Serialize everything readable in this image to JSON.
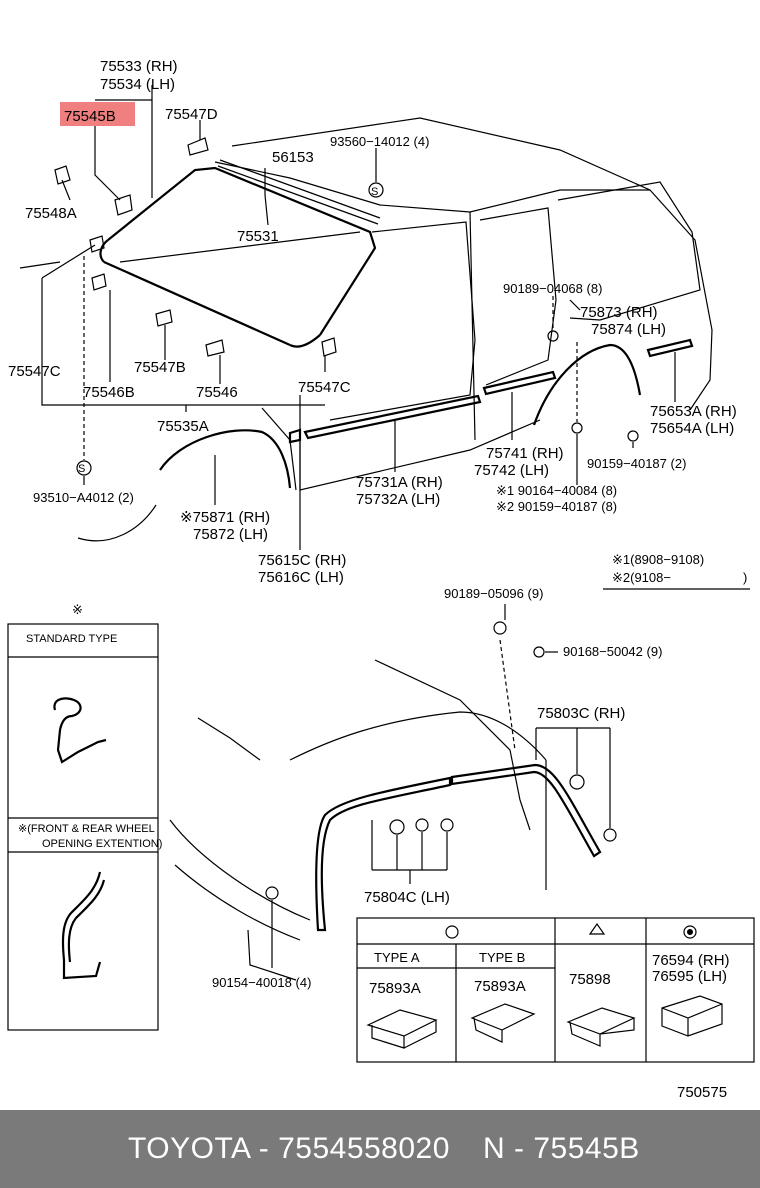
{
  "highlight_color": "#f08080",
  "labels": {
    "p75533": "75533 (RH)",
    "p75534": "75534 (LH)",
    "p75545B": "75545B",
    "p75547D": "75547D",
    "p93560": "93560−14012 (4)",
    "p56153": "56153",
    "p75548A": "75548A",
    "p75531": "75531",
    "p90189_04068": "90189−04068 (8)",
    "p75873": "75873 (RH)",
    "p75874": "75874 (LH)",
    "p75547C_l": "75547C",
    "p75547B": "75547B",
    "p75546B": "75546B",
    "p75546": "75546",
    "p75547C_r": "75547C",
    "p75653A": "75653A (RH)",
    "p75654A": "75654A (LH)",
    "p75535A": "75535A",
    "p75741": "75741 (RH)",
    "p75742": "75742 (LH)",
    "p90159_40187": "90159−40187 (2)",
    "p75731A": "75731A (RH)",
    "p75732A": "75732A (LH)",
    "p90164": "※1 90164−40084 (8)",
    "p90159_8": "※2 90159−40187 (8)",
    "p93510": "93510−A4012 (2)",
    "p75871": "※75871 (RH)",
    "p75872": "75872 (LH)",
    "p75615C": "75615C (RH)",
    "p75616C": "75616C (LH)",
    "note1": "※1(8908−9108)",
    "note2": "※2(9108−",
    "note2_end": ")",
    "inset_mark": "※",
    "standard_type": "STANDARD TYPE",
    "ext_line1": "※(FRONT & REAR WHEEL",
    "ext_line2": "OPENING EXTENTION)",
    "p90189_05096": "90189−05096 (9)",
    "p90168": "90168−50042 (9)",
    "p75803C": "75803C (RH)",
    "p75804C": "75804C (LH)",
    "p90154": "90154−40018 (4)",
    "type_a": "TYPE A",
    "type_b": "TYPE B",
    "p75893A_a": "75893A",
    "p75893A_b": "75893A",
    "p75898": "75898",
    "p76594": "76594 (RH)",
    "p76595": "76595 (LH)",
    "ref": "750575",
    "symbol_s": "S"
  },
  "footer": {
    "brand_part": "TOYOTA - 7554558020",
    "n_part": "N - 75545B"
  }
}
